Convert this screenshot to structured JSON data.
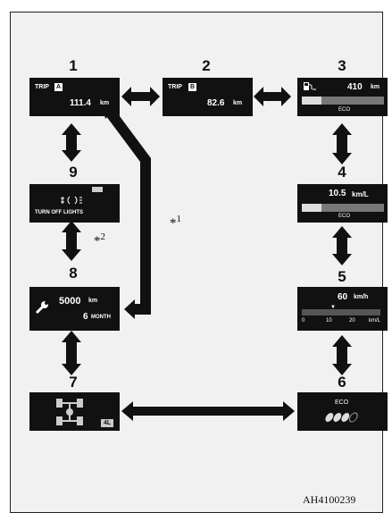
{
  "figure_code": "AH4100239",
  "notes": {
    "note1": "*",
    "note1_num": "1",
    "note2": "*",
    "note2_num": "2"
  },
  "screens": [
    {
      "number": "1",
      "trip_label": "TRIP",
      "trip_letter": "A",
      "value": "111.4",
      "unit": "km"
    },
    {
      "number": "2",
      "trip_label": "TRIP",
      "trip_letter": "B",
      "value": "82.6",
      "unit": "km"
    },
    {
      "number": "3",
      "value": "410",
      "unit": "km",
      "bar_label": "ECO",
      "icon": "fuel-pump-icon"
    },
    {
      "number": "4",
      "value": "10.5",
      "unit": "km/L",
      "bar_label": "ECO"
    },
    {
      "number": "5",
      "value": "60",
      "unit": "km/h",
      "scale": [
        "0",
        "10",
        "20",
        "km/L"
      ]
    },
    {
      "number": "6",
      "label": "ECO",
      "icon": "eco-leaves-icon"
    },
    {
      "number": "7",
      "badge": "4L",
      "icon": "4wd-drivetrain-icon"
    },
    {
      "number": "8",
      "distance": "5000",
      "distance_unit": "km",
      "period": "6",
      "period_unit": "MONTH",
      "icon": "wrench-icon"
    },
    {
      "number": "9",
      "message": "TURN OFF LIGHTS",
      "icon": "headlight-icon"
    }
  ]
}
